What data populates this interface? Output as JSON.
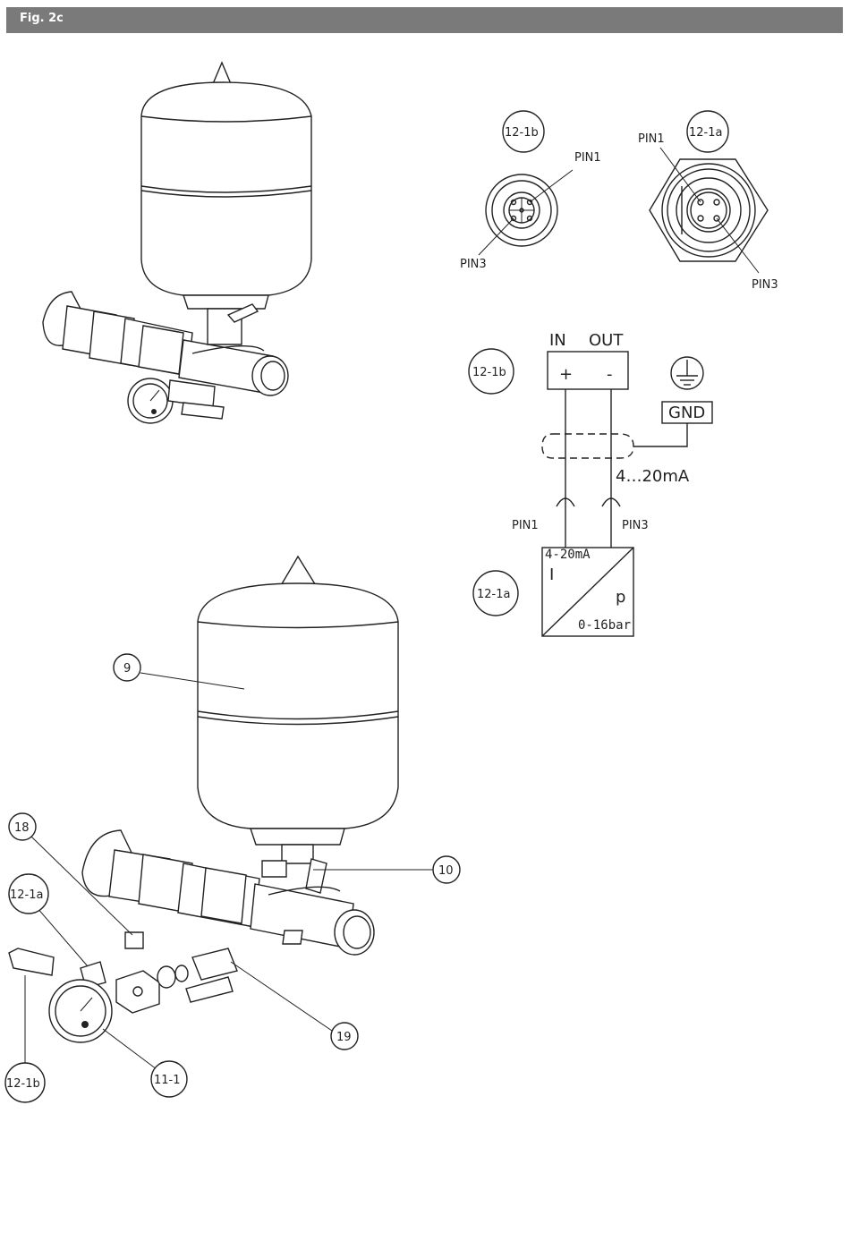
{
  "figure": {
    "title": "Fig. 2c"
  },
  "callouts": {
    "c_12_1b_top": "12-1b",
    "c_12_1a_top": "12-1a",
    "c_12_1b_mid": "12-1b",
    "c_12_1a_mid": "12-1a",
    "c_9": "9",
    "c_10": "10",
    "c_18": "18",
    "c_12_1a_bot": "12-1a",
    "c_19": "19",
    "c_11_1": "11-1",
    "c_12_1b_bot": "12-1b"
  },
  "connectors": {
    "pin1_left": "PIN1",
    "pin3_left": "PIN3",
    "pin1_right": "PIN1",
    "pin3_right": "PIN3"
  },
  "wiring": {
    "in_label": "IN",
    "out_label": "OUT",
    "plus": "+",
    "minus": "-",
    "gnd": "GND",
    "current": "4…20mA",
    "pin1": "PIN1",
    "pin3": "PIN3",
    "sensor_range_top": "4-20mA",
    "sensor_i": "I",
    "sensor_p": "p",
    "sensor_range_bottom": "0-16bar"
  }
}
